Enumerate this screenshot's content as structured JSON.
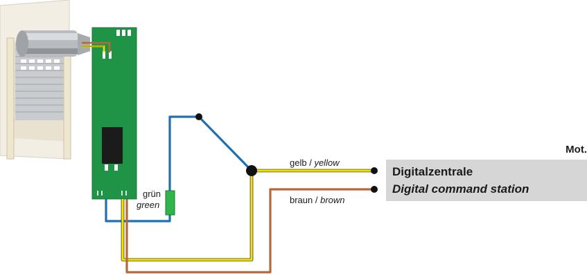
{
  "labels": {
    "gruen": "grün",
    "green": "green",
    "gelb": "gelb",
    "yellow": "yellow",
    "braun": "braun",
    "brown": "brown",
    "separator": "/",
    "mot": "Mot."
  },
  "station": {
    "title": "Digitalzentrale",
    "subtitle": "Digital command station"
  },
  "colors": {
    "pcb": "#1f9447",
    "wire_blue": "#1f6fb2",
    "wire_yellow": "#f2e400",
    "wire_brown": "#b5693a",
    "wire_green": "#2fb54a",
    "station_box": "#d6d6d6",
    "terminal": "#111111"
  },
  "icons": {
    "shutter": "roller-shutter-icon",
    "switch": "toggle-switch-icon"
  }
}
